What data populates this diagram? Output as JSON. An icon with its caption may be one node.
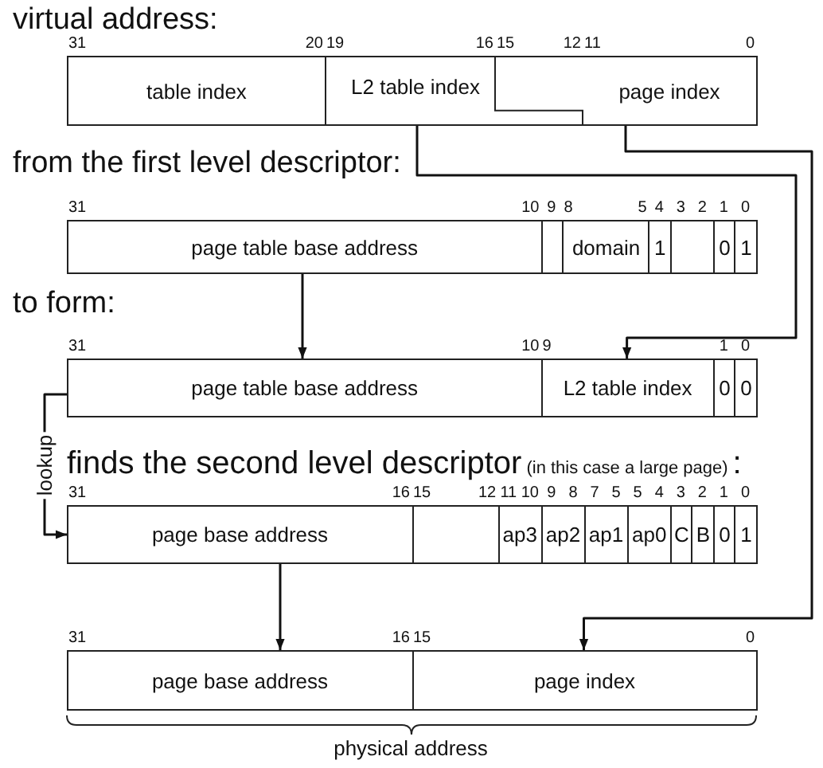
{
  "diagram": {
    "nodes": [
      {
        "text": [
          "table index"
        ]
      },
      {
        "text": [
          "L2 table index"
        ]
      },
      {
        "text": [
          "page index"
        ]
      },
      {
        "text": [
          "page table base address"
        ]
      },
      {
        "text": [],
        "shape": "box"
      },
      {
        "text": [
          "domain"
        ]
      },
      {
        "text": [
          "1"
        ]
      },
      {
        "text": [],
        "shape": "box"
      },
      {
        "text": [
          "0"
        ]
      },
      {
        "text": [
          "1"
        ]
      },
      {
        "text": [
          "page table base address"
        ]
      },
      {
        "text": [
          "L2 table index"
        ]
      },
      {
        "text": [
          "0"
        ]
      },
      {
        "text": [
          "0"
        ]
      },
      {
        "text": [
          "page base address"
        ]
      },
      {
        "text": [],
        "shape": "box"
      },
      {
        "text": [
          "ap3"
        ]
      },
      {
        "text": [
          "ap2"
        ]
      },
      {
        "text": [
          "ap1"
        ]
      },
      {
        "text": [
          "ap0"
        ]
      },
      {
        "text": [
          "C"
        ]
      },
      {
        "text": [
          "B"
        ]
      },
      {
        "text": [
          "0"
        ]
      },
      {
        "text": [
          "1"
        ]
      },
      {
        "text": [
          "page base address"
        ]
      },
      {
        "text": [
          "page index"
        ]
      }
    ],
    "edges": [
      {
        "from": 1,
        "to": 11,
        "arrow": "to"
      },
      {
        "from": 2,
        "to": 25,
        "arrow": "to"
      },
      {
        "from": 3,
        "to": 10,
        "arrow": "to"
      },
      {
        "from": 10,
        "to": 14,
        "arrow": "to",
        "label": "lookup"
      },
      {
        "from": 14,
        "to": 24,
        "arrow": "to"
      }
    ],
    "labels": [
      "virtual address:",
      "31",
      "20",
      "19",
      "16",
      "15",
      "12",
      "11",
      "0",
      "from the first level descriptor:",
      "31",
      "10",
      "9",
      "8",
      "5",
      "4",
      "3",
      "2",
      "1",
      "0",
      "to form:",
      "31",
      "10",
      "9",
      "1",
      "0",
      "finds the second level descriptor",
      "(in this case a large page)",
      ":",
      "31",
      "16",
      "15",
      "12",
      "11",
      "10",
      "9",
      "8",
      "7",
      "5",
      "5",
      "4",
      "3",
      "2",
      "1",
      "0",
      "31",
      "16",
      "15",
      "0",
      "physical address"
    ]
  }
}
